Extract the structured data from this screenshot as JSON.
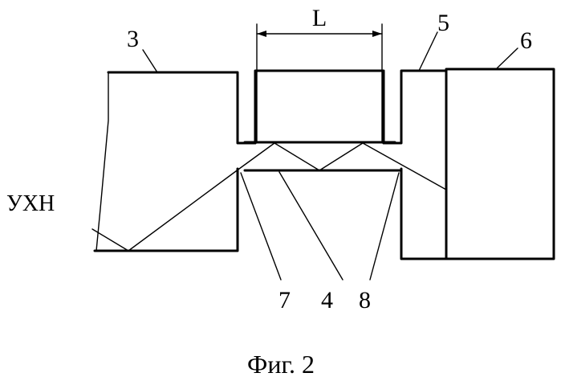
{
  "figure": {
    "caption": "Фиг. 2",
    "labels": {
      "dimension": "L",
      "part_3": "3",
      "part_5": "5",
      "part_6": "6",
      "part_7": "7",
      "part_4": "4",
      "part_8": "8",
      "ray_label": "УХН"
    }
  }
}
